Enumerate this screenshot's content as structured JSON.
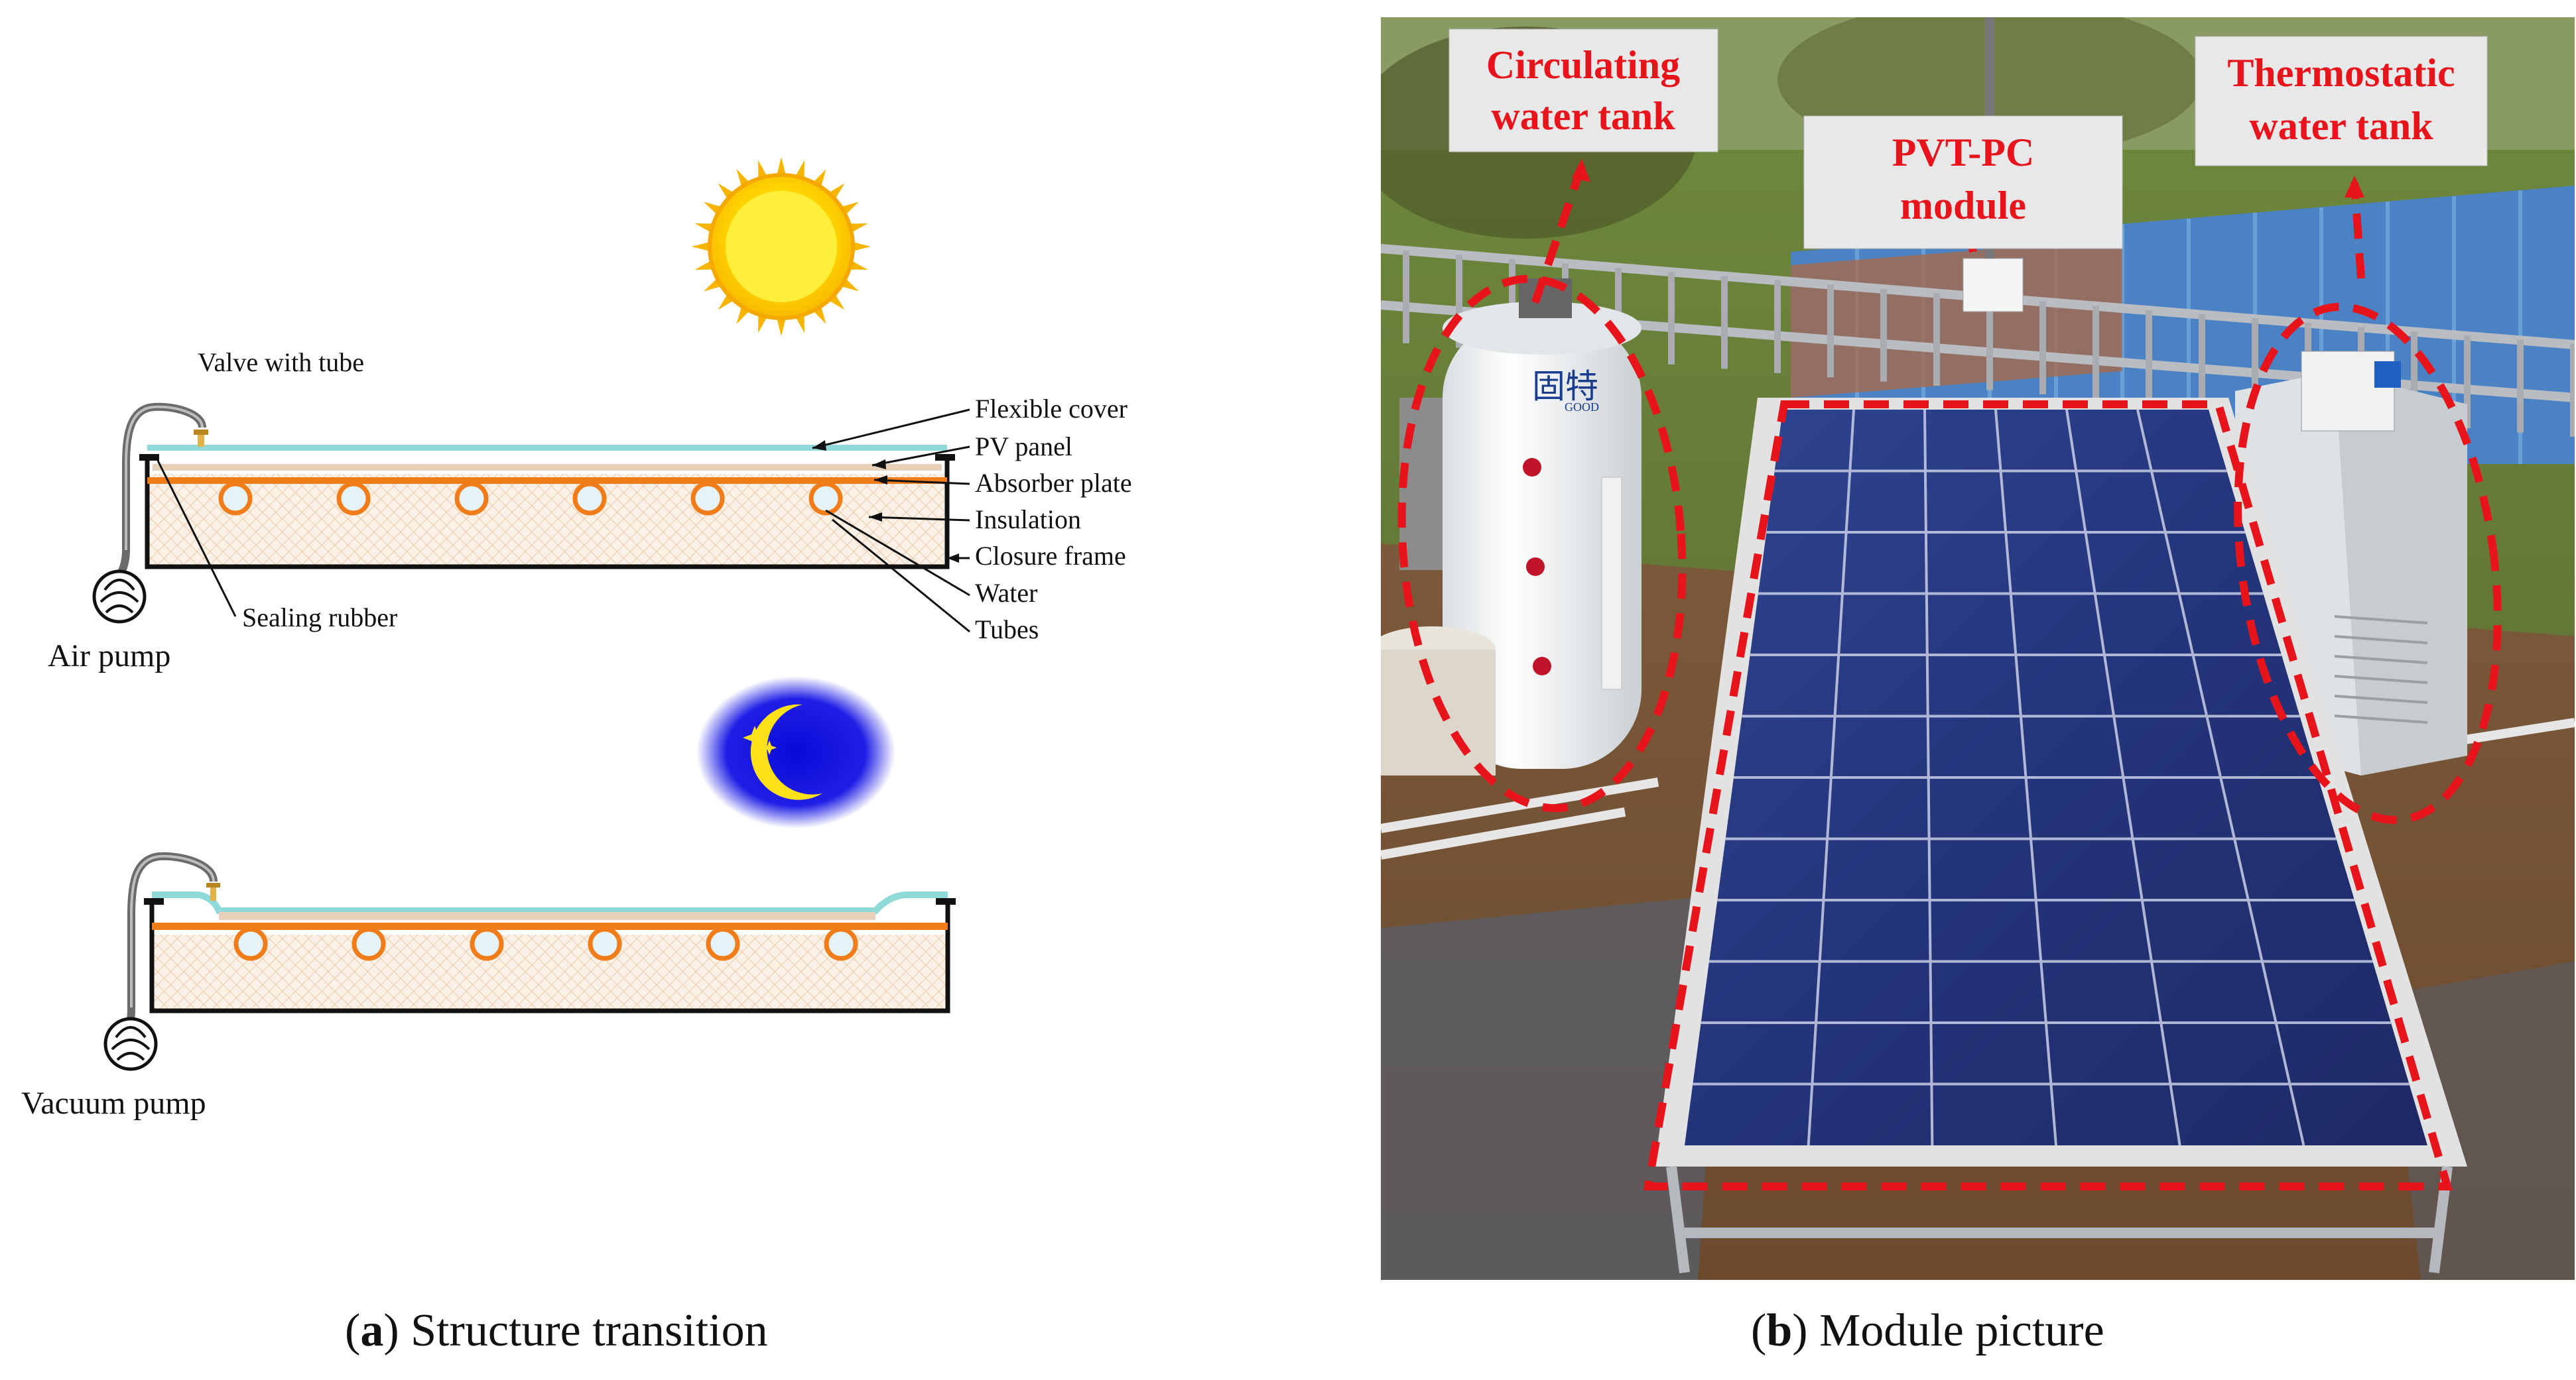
{
  "panel_a": {
    "caption_letter": "a",
    "caption_text": " Structure transition",
    "labels": {
      "valve_with_tube": "Valve with tube",
      "flexible_cover": "Flexible cover",
      "pv_panel": "PV panel",
      "absorber_plate": "Absorber plate",
      "insulation": "Insulation",
      "closure_frame": "Closure frame",
      "water": "Water",
      "tubes": "Tubes",
      "sealing_rubber": "Sealing rubber",
      "air_pump": "Air pump",
      "vacuum_pump": "Vacuum pump"
    },
    "tube_count": 6
  },
  "panel_b": {
    "caption_letter": "b",
    "caption_text": " Module picture",
    "annotations": {
      "circulating_line1": "Circulating",
      "circulating_line2": "water tank",
      "pvt_line1": "PVT-PC",
      "pvt_line2": "module",
      "thermostatic_line1": "Thermostatic",
      "thermostatic_line2": "water tank"
    },
    "tank_brand": "固特",
    "tank_brand_sub": "GOOD",
    "panel_grid": {
      "columns": 6,
      "rows": 12
    }
  },
  "colors": {
    "annotation_red": "#e8141c",
    "cover_cyan": "#8fd9d9",
    "absorber_orange": "#f07d1a",
    "sun_yellow": "#ffd21f",
    "night_blue": "#1a1adb",
    "moon_yellow": "#ffe119",
    "pv_blue": "#2a3a7c"
  }
}
